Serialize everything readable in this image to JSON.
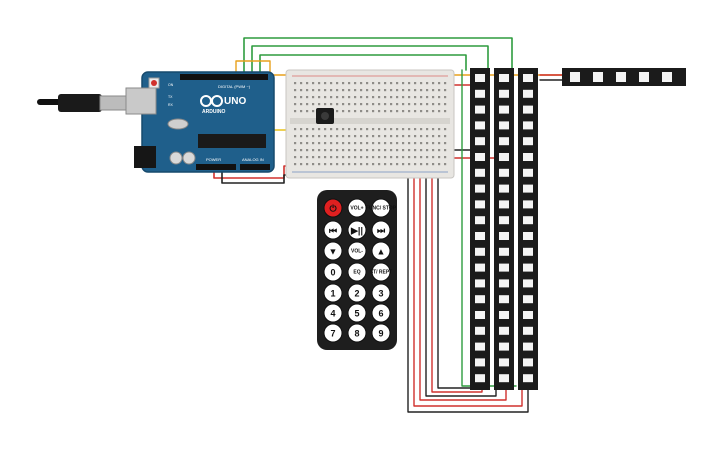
{
  "arduino": {
    "brand": "ARDUINO",
    "model": "UNO",
    "digital_header": "DIGITAL (PWM ~)",
    "power_header": "POWER",
    "analog_header": "ANALOG IN",
    "on_label": "ON",
    "tx_label": "TX",
    "rx_label": "RX"
  },
  "remote": {
    "buttons": [
      {
        "label": "⏻",
        "icon": "power-icon",
        "kind": "power"
      },
      {
        "label": "VOL+",
        "kind": "small"
      },
      {
        "label": "FUNC/ STOP",
        "kind": "small"
      },
      {
        "label": "⏮",
        "icon": "rewind-icon",
        "kind": "glyph"
      },
      {
        "label": "▶||",
        "icon": "play-pause-icon",
        "kind": "glyph"
      },
      {
        "label": "⏭",
        "icon": "fast-forward-icon",
        "kind": "glyph"
      },
      {
        "label": "▼",
        "icon": "down-icon",
        "kind": "glyph"
      },
      {
        "label": "VOL-",
        "kind": "small"
      },
      {
        "label": "▲",
        "icon": "up-icon",
        "kind": "glyph"
      },
      {
        "label": "0",
        "kind": "digit"
      },
      {
        "label": "EQ",
        "kind": "small"
      },
      {
        "label": "ST/ REPT",
        "kind": "small"
      },
      {
        "label": "1",
        "kind": "digit"
      },
      {
        "label": "2",
        "kind": "digit"
      },
      {
        "label": "3",
        "kind": "digit"
      },
      {
        "label": "4",
        "kind": "digit"
      },
      {
        "label": "5",
        "kind": "digit"
      },
      {
        "label": "6",
        "kind": "digit"
      },
      {
        "label": "7",
        "kind": "digit"
      },
      {
        "label": "8",
        "kind": "digit"
      },
      {
        "label": "9",
        "kind": "digit"
      }
    ]
  },
  "colors": {
    "arduino_board": "#1f5f8b",
    "breadboard": "#e8e6e2",
    "led_strip": "#1b1b1b",
    "wire_green": "#2e9c3f",
    "wire_orange": "#e8a11c",
    "wire_yellow": "#e8c21c",
    "wire_red": "#d0312d",
    "wire_black": "#222222",
    "remote_body": "#1e1e1e",
    "power_button": "#e02020"
  }
}
